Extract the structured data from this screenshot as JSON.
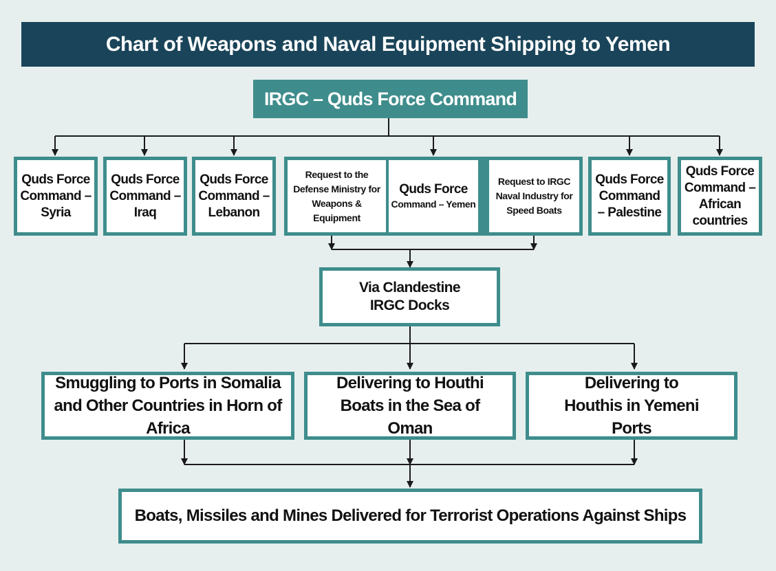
{
  "title": "Chart of Weapons and Naval Equipment Shipping to Yemen",
  "root": "IRGC – Quds Force Command",
  "commands": {
    "syria": "Quds Force Command – Syria",
    "iraq": "Quds Force Command – Iraq",
    "lebanon": "Quds Force Command – Lebanon",
    "defense_request": "Request to the Defense Ministry for Weapons & Equipment",
    "yemen_title": "Quds Force",
    "yemen_sub": "Command – Yemen",
    "naval_request": "Request to IRGC Naval Industry for Speed Boats",
    "palestine": "Quds Force Command – Palestine",
    "africa": "Quds Force Command – African countries"
  },
  "docks": "Via Clandestine IRGC Docks",
  "routes": {
    "somalia": "Smuggling to Ports in Somalia and Other Countries in Horn of Africa",
    "oman": "Delivering to Houthi Boats in the Sea of Oman",
    "yemeni_ports": "Delivering to Houthis in Yemeni Ports"
  },
  "final": "Boats, Missiles and Mines Delivered for Terrorist Operations Against Ships",
  "colors": {
    "background": "#e6efee",
    "title_bar": "#1a4459",
    "teal": "#3e8d8c",
    "arrow": "#1a1a1a"
  }
}
